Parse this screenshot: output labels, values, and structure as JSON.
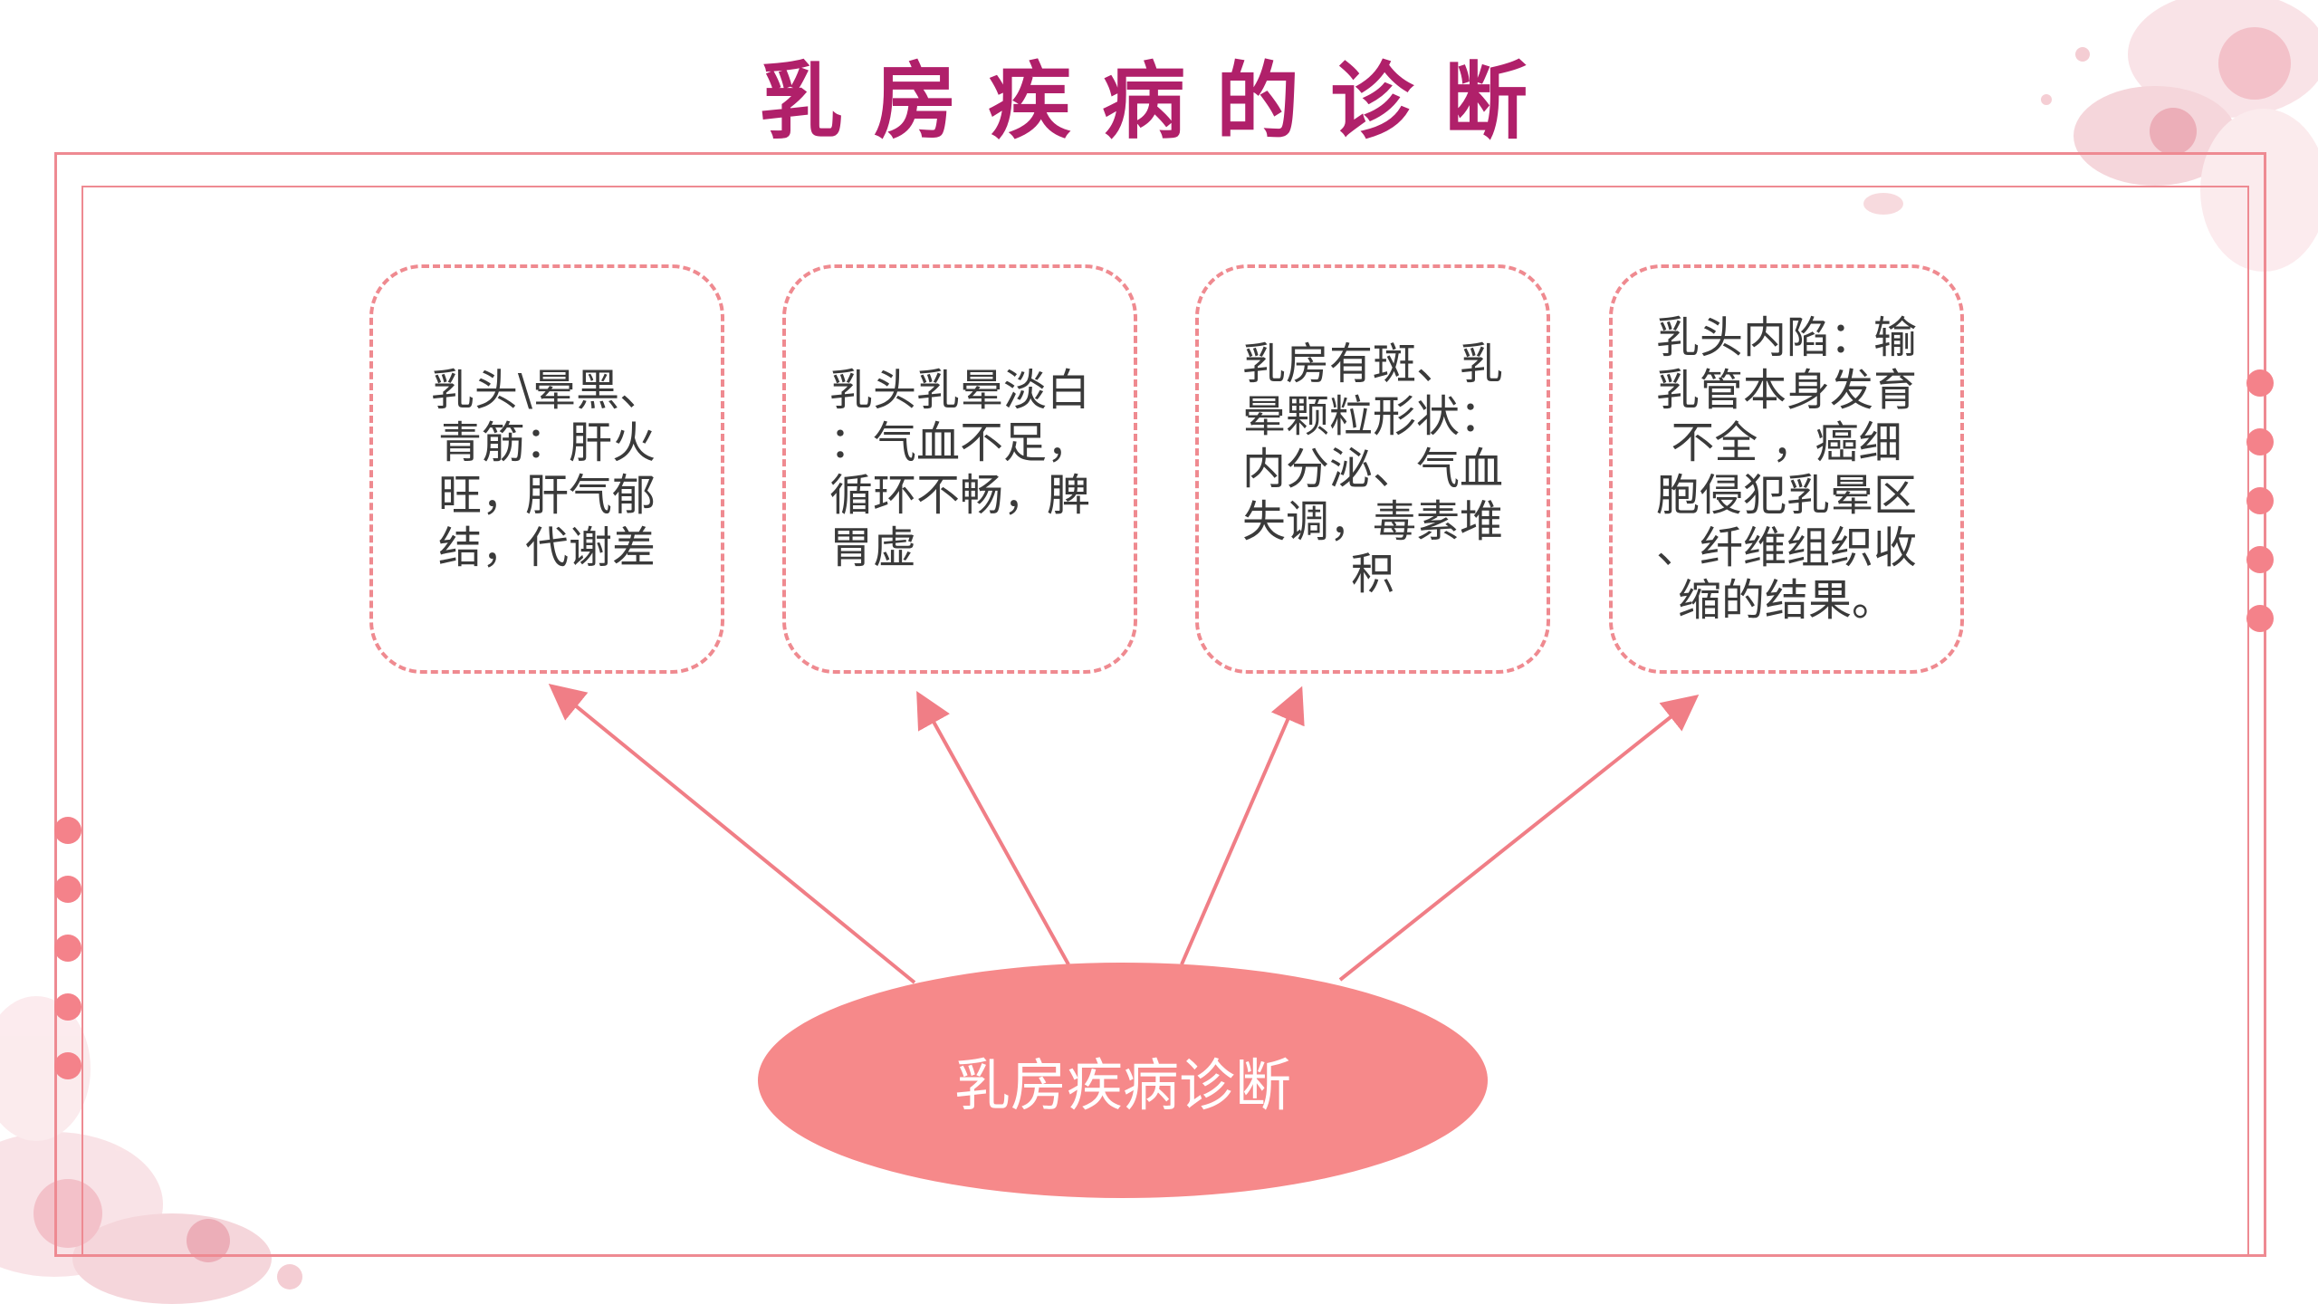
{
  "title": "乳房疾病的诊断",
  "center": {
    "label": "乳房疾病诊断"
  },
  "boxes": [
    {
      "lines": [
        "乳头\\晕黑、",
        "青筋：肝火",
        "旺，肝气郁",
        "结，代谢差"
      ]
    },
    {
      "lines": [
        "乳头乳晕淡白",
        "：气血不足，",
        "循环不畅，脾",
        "胃虚"
      ]
    },
    {
      "lines": [
        "乳房有斑、乳",
        "晕颗粒形状：",
        "内分泌、气血",
        "失调，毒素堆",
        "积"
      ]
    },
    {
      "lines": [
        "乳头内陷：输",
        "乳管本身发育",
        "不全 ，癌细",
        "胞侵犯乳晕区",
        "、纤维组织收",
        "缩的结果。"
      ]
    }
  ],
  "colors": {
    "title": "#b0206a",
    "accent": "#f4828a",
    "frame": "#ee8a92",
    "ellipse": "#f6898a"
  }
}
